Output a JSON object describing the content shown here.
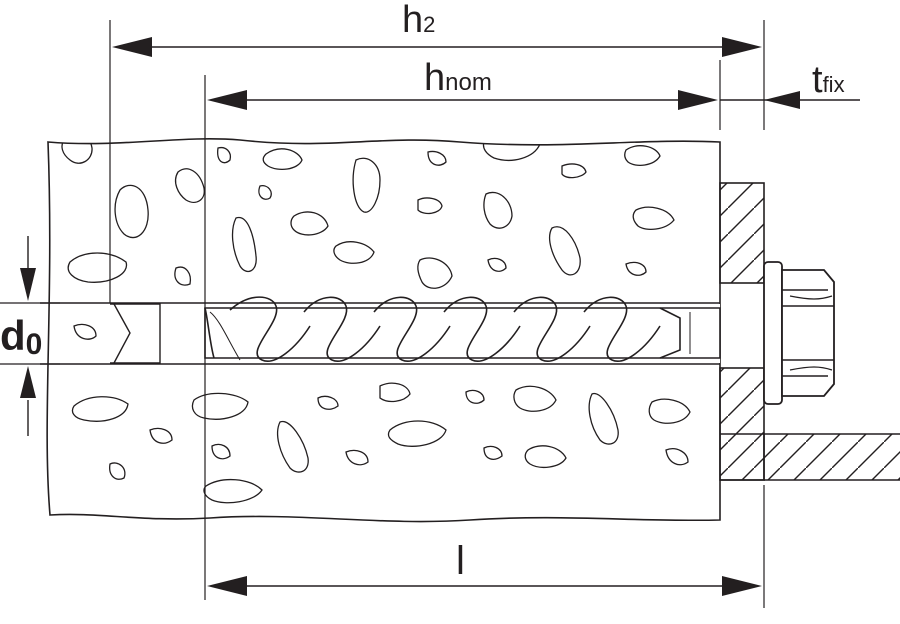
{
  "labels": {
    "h2": {
      "main": "h",
      "sub": "2"
    },
    "hnom": {
      "main": "h",
      "sub": "nom"
    },
    "tfix": {
      "main": "t",
      "sub": "fix"
    },
    "d0": {
      "main": "d",
      "sub": "0"
    },
    "l": "l"
  },
  "colors": {
    "ink": "#231f20",
    "background": "#ffffff"
  }
}
